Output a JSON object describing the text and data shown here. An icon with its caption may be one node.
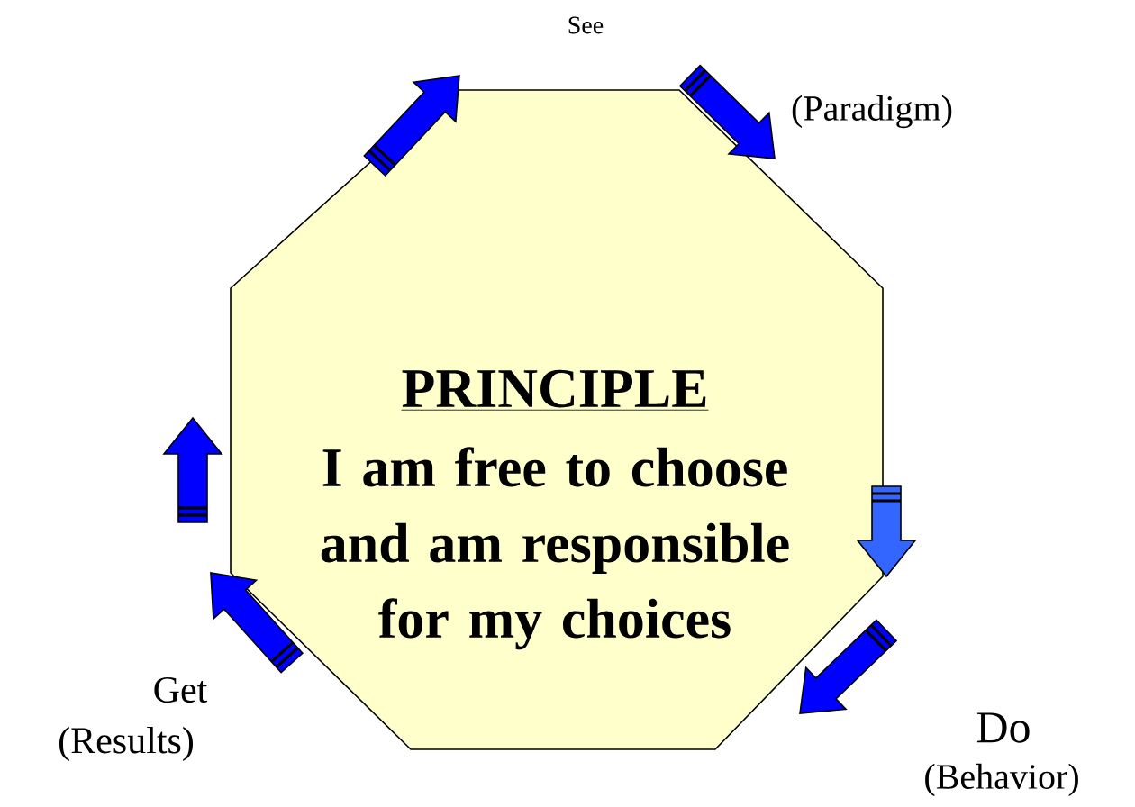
{
  "diagram": {
    "nodes": [
      {
        "text": [
          "PRINCIPLE",
          "I am free to choose and am responsible for my choices"
        ]
      }
    ],
    "labels": [
      "See",
      "(Paradigm)",
      "Get",
      "Do",
      "(Results)",
      "(Behavior)"
    ]
  }
}
